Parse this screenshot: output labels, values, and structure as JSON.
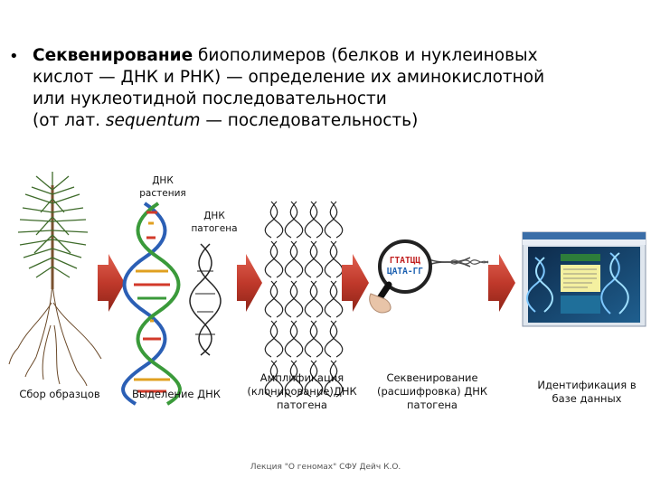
{
  "bullet": {
    "term": "Секвенирование",
    "line1_rest": " биополимеров (белков и нуклеиновых",
    "line2": "кислот — ДНК и РНК) — определение их аминокислотной",
    "line3": "или нуклеотидной последовательности",
    "line4_pre": "(от лат. ",
    "line4_italic": "sequentum",
    "line4_post": " — последовательность)"
  },
  "steps": {
    "collection": "Сбор образцов",
    "extraction": "Выделение ДНК",
    "plant_dna_1": "ДНК",
    "plant_dna_2": "растения",
    "pathogen_dna_1": "ДНК",
    "pathogen_dna_2": "патогена",
    "amp_1": "Амплификация",
    "amp_2": "(клонирование)ДНК",
    "amp_3": "патогена",
    "seq_1": "Секвенирование",
    "seq_2": "(расшифровка) ДНК",
    "seq_3": "патогена",
    "id_1": "Идентификация в",
    "id_2": "базе данных",
    "lens_line1": "ГТАТЦЦ",
    "lens_line2": "ЦАТА-ГГ"
  },
  "colors": {
    "arrow": "#c0392b",
    "plant": "#3e6b2a",
    "helix_blue": "#2b5fb5",
    "helix_green": "#3a9a3a",
    "helix_red": "#d23a2a",
    "helix_gold": "#e0a020"
  },
  "footer": "Лекция \"О геномах\" СФУ Дейч К.О."
}
